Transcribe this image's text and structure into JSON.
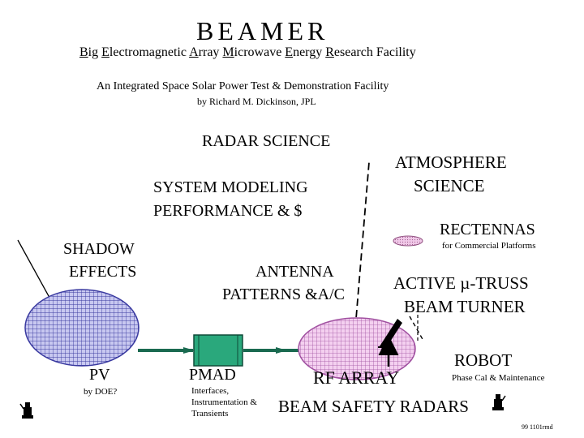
{
  "title": "BEAMER",
  "subtitle_parts": [
    {
      "initial": "B",
      "rest": "ig "
    },
    {
      "initial": "E",
      "rest": "lectromagnetic "
    },
    {
      "initial": "A",
      "rest": "rray "
    },
    {
      "initial": "M",
      "rest": "icrowave "
    },
    {
      "initial": "E",
      "rest": "nergy "
    },
    {
      "initial": "R",
      "rest": "esearch Facility"
    }
  ],
  "tagline": "An Integrated Space Solar Power Test & Demonstration Facility",
  "author": "by Richard M. Dickinson, JPL",
  "labels": {
    "radar_science": "RADAR SCIENCE",
    "atmosphere_line1": "ATMOSPHERE",
    "atmosphere_line2": "SCIENCE",
    "system_modeling_line1": "SYSTEM MODELING",
    "system_modeling_line2": "PERFORMANCE & $",
    "rectennas": "RECTENNAS",
    "rectennas_note": "for Commercial Platforms",
    "shadow_line1": "SHADOW",
    "shadow_line2": "EFFECTS",
    "antenna_line1": "ANTENNA",
    "antenna_line2": "PATTERNS  &A/C",
    "active_truss_line1": "ACTIVE µ-TRUSS",
    "active_truss_line2": "BEAM TURNER",
    "robot": "ROBOT",
    "robot_note": "Phase Cal & Maintenance",
    "pv": "PV",
    "pv_note": "by DOE?",
    "pmad": "PMAD",
    "pmad_note_line1": "Interfaces,",
    "pmad_note_line2": "Instrumentation  &",
    "pmad_note_line3": "Transients",
    "rf_array": "RF ARRAY",
    "beam_safety": "BEAM SAFETY RADARS",
    "doc_id": "99 1101rmd"
  },
  "colors": {
    "pv_fill": "#c8c8f0",
    "pv_hatch": "#3a3aa0",
    "rf_fill": "#f4d0f0",
    "rf_hatch": "#a050a0",
    "rectenna_fill": "#f0c8e8",
    "pmad_fill": "#2aa87c",
    "cable": "#1a6a50"
  },
  "icons": [
    "robot-icon",
    "robot-icon",
    "beam-turner-icon"
  ]
}
